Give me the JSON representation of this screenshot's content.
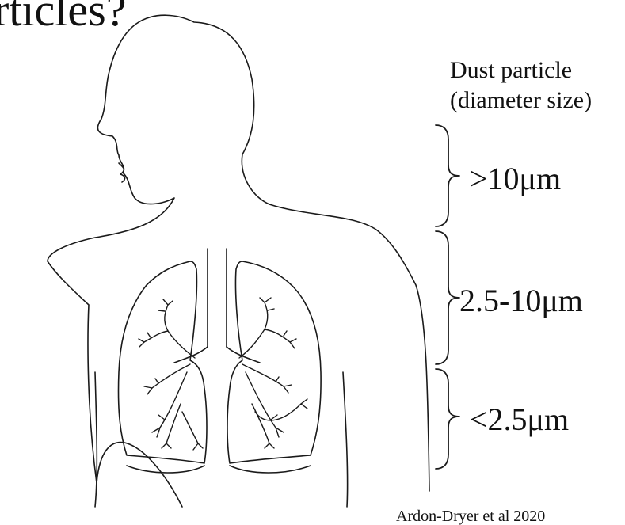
{
  "slide": {
    "title_fragment": "rticles?"
  },
  "legend": {
    "title_line1": "Dust particle",
    "title_line2": "(diameter size)",
    "sizes": [
      {
        "label": ">10μm",
        "region": "upper-airway"
      },
      {
        "label": "2.5-10μm",
        "region": "bronchi"
      },
      {
        "label": "<2.5μm",
        "region": "deep-lung"
      }
    ]
  },
  "citation": "Ardon-Dryer et al 2020",
  "style": {
    "line_color": "#1a1a1a",
    "background": "#ffffff"
  }
}
